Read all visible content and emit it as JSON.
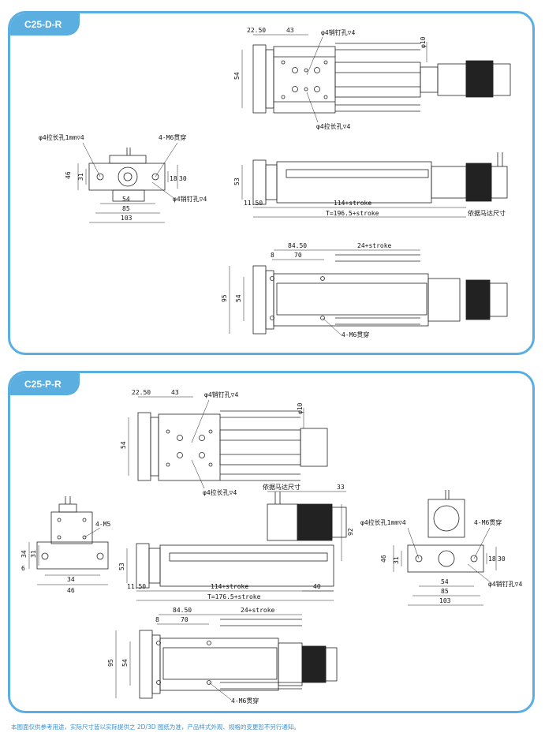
{
  "top_panel": {
    "title": "C25-D-R",
    "top_view": {
      "dims": [
        "22.50",
        "43",
        "54",
        "φ10"
      ],
      "notes": [
        "φ4销钉孔▽4",
        "φ4拉长孔▽4"
      ]
    },
    "end_view": {
      "dims": [
        "46",
        "31",
        "18",
        "30",
        "54",
        "85",
        "103"
      ],
      "notes": [
        "φ4拉长孔1mm▽4",
        "4-M6贯穿",
        "φ4销钉孔▽4"
      ]
    },
    "side_view": {
      "dims": [
        "53",
        "11.50",
        "114+stroke",
        "T=196.5+stroke"
      ],
      "notes": [
        "依据马达尺寸"
      ]
    },
    "bottom_view": {
      "dims": [
        "84.50",
        "24+stroke",
        "8",
        "70",
        "95",
        "54"
      ],
      "notes": [
        "4-M6贯穿"
      ]
    }
  },
  "bottom_panel": {
    "title": "C25-P-R",
    "top_view": {
      "dims": [
        "22.50",
        "43",
        "54",
        "φ10"
      ],
      "notes": [
        "φ4销钉孔▽4",
        "φ4拉长孔▽4"
      ]
    },
    "left_end_view": {
      "dims": [
        "34",
        "31",
        "6",
        "34",
        "46"
      ],
      "notes": [
        "4-M5"
      ]
    },
    "side_view": {
      "dims": [
        "53",
        "11.50",
        "114+stroke",
        "40",
        "T=176.5+stroke",
        "33",
        "92"
      ],
      "notes": [
        "依据马达尺寸"
      ]
    },
    "right_end_view": {
      "dims": [
        "46",
        "31",
        "18",
        "30",
        "54",
        "85",
        "103"
      ],
      "notes": [
        "φ4拉长孔1mm▽4",
        "4-M6贯穿",
        "φ4销钉孔▽4"
      ]
    },
    "bottom_view": {
      "dims": [
        "84.50",
        "24+stroke",
        "8",
        "70",
        "95",
        "54"
      ],
      "notes": [
        "4-M6贯穿"
      ]
    }
  },
  "footer": "本图面仅供参考用途，实际尺寸皆以实际提供之 2D/3D 图纸为准，产品样式外观、规格的变更恕不另行通知。"
}
